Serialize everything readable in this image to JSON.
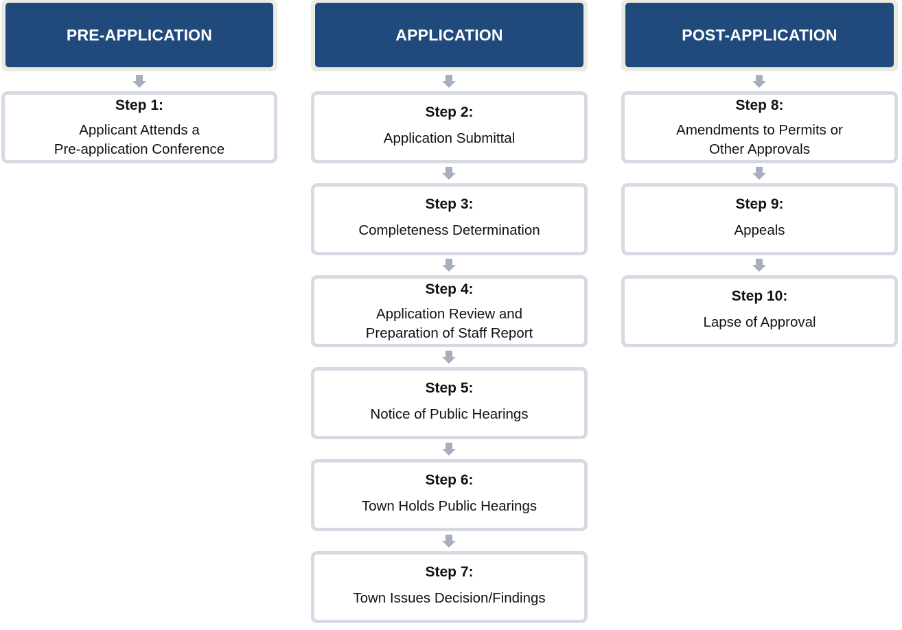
{
  "columns": [
    {
      "header": "PRE-APPLICATION",
      "steps": [
        {
          "title": "Step 1:",
          "lines": [
            "Applicant Attends a",
            "Pre-application Conference"
          ]
        }
      ]
    },
    {
      "header": "APPLICATION",
      "steps": [
        {
          "title": "Step 2:",
          "lines": [
            "Application Submittal"
          ]
        },
        {
          "title": "Step 3:",
          "lines": [
            "Completeness Determination"
          ]
        },
        {
          "title": "Step 4:",
          "lines": [
            "Application Review and",
            "Preparation of Staff Report"
          ]
        },
        {
          "title": "Step 5:",
          "lines": [
            "Notice of Public Hearings"
          ]
        },
        {
          "title": "Step 6:",
          "lines": [
            "Town Holds Public Hearings"
          ]
        },
        {
          "title": "Step 7:",
          "lines": [
            "Town Issues Decision/Findings"
          ]
        }
      ]
    },
    {
      "header": "POST-APPLICATION",
      "steps": [
        {
          "title": "Step 8:",
          "lines": [
            "Amendments to Permits or",
            "Other Approvals"
          ]
        },
        {
          "title": "Step 9:",
          "lines": [
            "Appeals"
          ]
        },
        {
          "title": "Step 10:",
          "lines": [
            "Lapse of Approval"
          ]
        }
      ]
    }
  ],
  "colors": {
    "header_fill": "#214a7c",
    "header_frame": "#ecebe2",
    "box_border": "#d7dae3",
    "arrow": "#a7aebf"
  }
}
